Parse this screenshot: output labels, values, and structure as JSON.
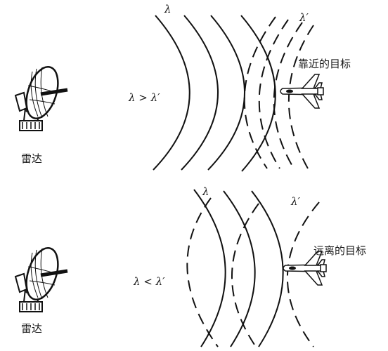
{
  "top_panel": {
    "radar_label": "雷达",
    "relation": "λ > λ′",
    "wave_label_emitted": "λ",
    "wave_label_reflected": "λ′",
    "target_label": "靠近的目标"
  },
  "bottom_panel": {
    "radar_label": "雷达",
    "relation": "λ < λ′",
    "wave_label_emitted": "λ",
    "wave_label_reflected": "λ′",
    "target_label": "远离的目标"
  },
  "colors": {
    "ink": "#1a1a1a",
    "background": "#ffffff"
  }
}
